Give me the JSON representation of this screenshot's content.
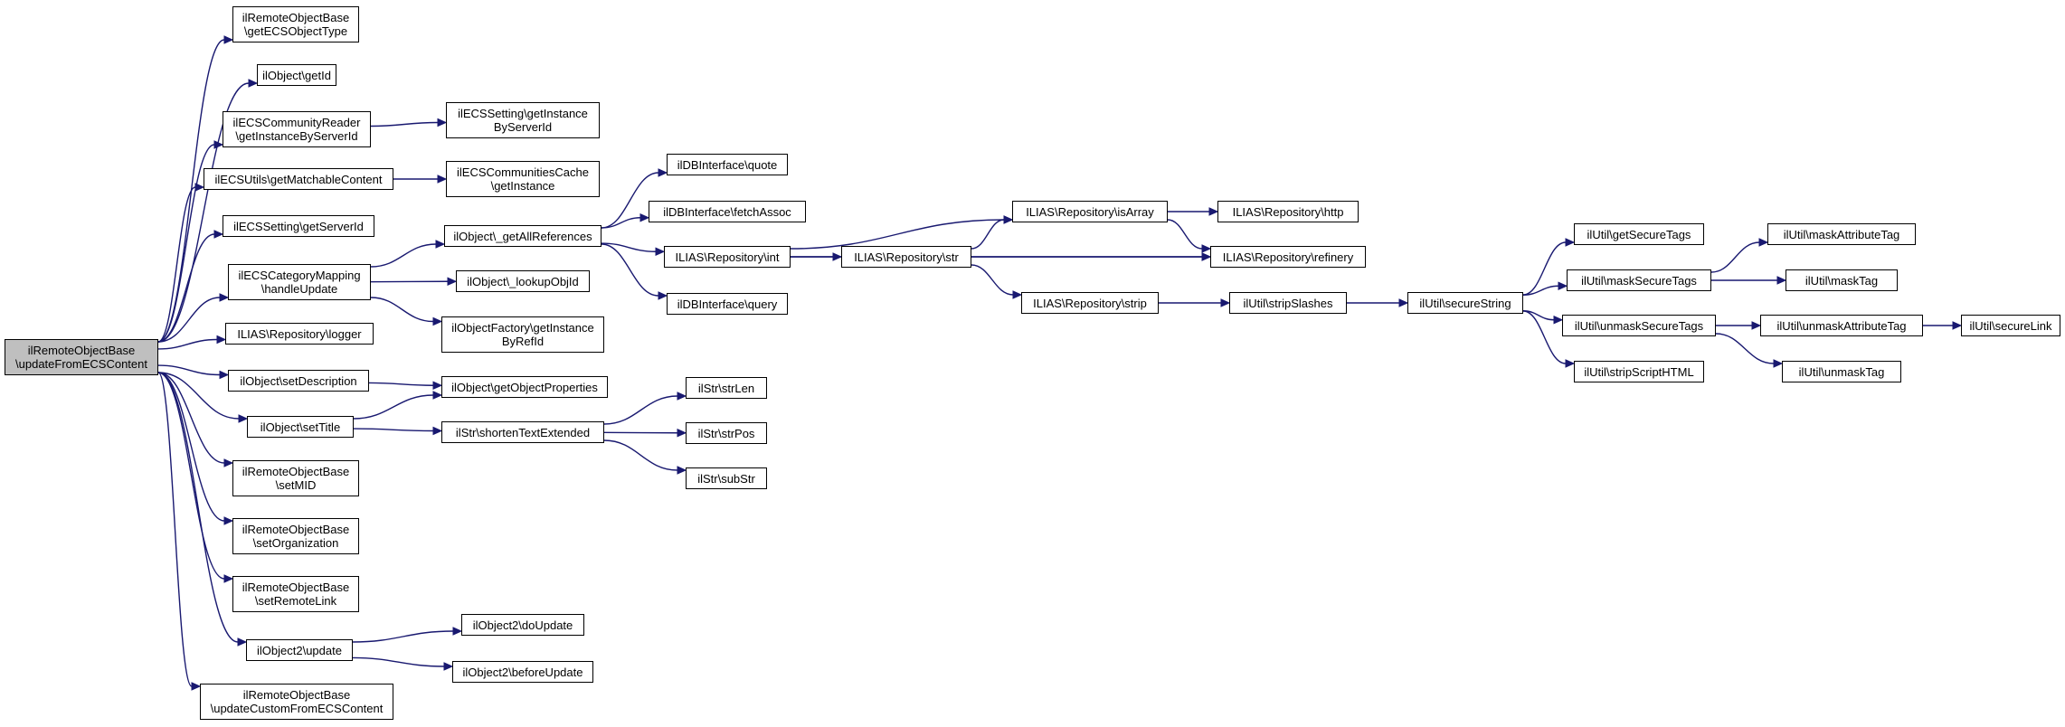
{
  "nodes": {
    "root": [
      "ilRemoteObjectBase",
      "\\updateFromECSContent"
    ],
    "getECSObjectType": [
      "ilRemoteObjectBase",
      "\\getECSObjectType"
    ],
    "objGetId": [
      "ilObject\\getId"
    ],
    "getInstanceByServerId": [
      "ilECSCommunityReader",
      "\\getInstanceByServerId"
    ],
    "settingGetInstance": [
      "ilECSSetting\\getInstance",
      "ByServerId"
    ],
    "getMatchableContent": [
      "ilECSUtils\\getMatchableContent"
    ],
    "communitiesCacheGetInstance": [
      "ilECSCommunitiesCache",
      "\\getInstance"
    ],
    "getServerId": [
      "ilECSSetting\\getServerId"
    ],
    "handleUpdate": [
      "ilECSCategoryMapping",
      "\\handleUpdate"
    ],
    "getAllReferences": [
      "ilObject\\_getAllReferences"
    ],
    "lookupObjId": [
      "ilObject\\_lookupObjId"
    ],
    "objFactoryGetInstance": [
      "ilObjectFactory\\getInstance",
      "ByRefId"
    ],
    "dbQuote": [
      "ilDBInterface\\quote"
    ],
    "dbFetchAssoc": [
      "ilDBInterface\\fetchAssoc"
    ],
    "repoInt": [
      "ILIAS\\Repository\\int"
    ],
    "dbQuery": [
      "ilDBInterface\\query"
    ],
    "repoLogger": [
      "ILIAS\\Repository\\logger"
    ],
    "setDescription": [
      "ilObject\\setDescription"
    ],
    "getObjectProperties": [
      "ilObject\\getObjectProperties"
    ],
    "setTitle": [
      "ilObject\\setTitle"
    ],
    "shortenTextExtended": [
      "ilStr\\shortenTextExtended"
    ],
    "strLen": [
      "ilStr\\strLen"
    ],
    "strPos": [
      "ilStr\\strPos"
    ],
    "subStr": [
      "ilStr\\subStr"
    ],
    "setMID": [
      "ilRemoteObjectBase",
      "\\setMID"
    ],
    "setOrganization": [
      "ilRemoteObjectBase",
      "\\setOrganization"
    ],
    "setRemoteLink": [
      "ilRemoteObjectBase",
      "\\setRemoteLink"
    ],
    "obj2Update": [
      "ilObject2\\update"
    ],
    "obj2DoUpdate": [
      "ilObject2\\doUpdate"
    ],
    "obj2BeforeUpdate": [
      "ilObject2\\beforeUpdate"
    ],
    "updateCustom": [
      "ilRemoteObjectBase",
      "\\updateCustomFromECSContent"
    ],
    "repoStr": [
      "ILIAS\\Repository\\str"
    ],
    "repoIsArray": [
      "ILIAS\\Repository\\isArray"
    ],
    "repoHttp": [
      "ILIAS\\Repository\\http"
    ],
    "repoRefinery": [
      "ILIAS\\Repository\\refinery"
    ],
    "repoStrip": [
      "ILIAS\\Repository\\strip"
    ],
    "stripSlashes": [
      "ilUtil\\stripSlashes"
    ],
    "secureString": [
      "ilUtil\\secureString"
    ],
    "getSecureTags": [
      "ilUtil\\getSecureTags"
    ],
    "maskSecureTags": [
      "ilUtil\\maskSecureTags"
    ],
    "unmaskSecureTags": [
      "ilUtil\\unmaskSecureTags"
    ],
    "stripScriptHTML": [
      "ilUtil\\stripScriptHTML"
    ],
    "maskAttributeTag": [
      "ilUtil\\maskAttributeTag"
    ],
    "maskTag": [
      "ilUtil\\maskTag"
    ],
    "unmaskAttributeTag": [
      "ilUtil\\unmaskAttributeTag"
    ],
    "unmaskTag": [
      "ilUtil\\unmaskTag"
    ],
    "secureLink": [
      "ilUtil\\secureLink"
    ]
  },
  "edges": [
    [
      "root",
      "getECSObjectType"
    ],
    [
      "root",
      "objGetId"
    ],
    [
      "root",
      "getInstanceByServerId"
    ],
    [
      "root",
      "getMatchableContent"
    ],
    [
      "root",
      "getServerId"
    ],
    [
      "root",
      "handleUpdate"
    ],
    [
      "root",
      "repoLogger"
    ],
    [
      "root",
      "setDescription"
    ],
    [
      "root",
      "setTitle"
    ],
    [
      "root",
      "setMID"
    ],
    [
      "root",
      "setOrganization"
    ],
    [
      "root",
      "setRemoteLink"
    ],
    [
      "root",
      "obj2Update"
    ],
    [
      "root",
      "updateCustom"
    ],
    [
      "getInstanceByServerId",
      "settingGetInstance"
    ],
    [
      "getMatchableContent",
      "communitiesCacheGetInstance"
    ],
    [
      "handleUpdate",
      "getAllReferences"
    ],
    [
      "handleUpdate",
      "lookupObjId"
    ],
    [
      "handleUpdate",
      "objFactoryGetInstance"
    ],
    [
      "getAllReferences",
      "dbQuote"
    ],
    [
      "getAllReferences",
      "dbFetchAssoc"
    ],
    [
      "getAllReferences",
      "repoInt"
    ],
    [
      "getAllReferences",
      "dbQuery"
    ],
    [
      "repoInt",
      "repoIsArray"
    ],
    [
      "repoInt",
      "repoStr"
    ],
    [
      "repoInt",
      "repoRefinery"
    ],
    [
      "repoStr",
      "repoIsArray"
    ],
    [
      "repoStr",
      "repoRefinery"
    ],
    [
      "repoStr",
      "repoStrip"
    ],
    [
      "repoIsArray",
      "repoHttp"
    ],
    [
      "repoIsArray",
      "repoRefinery"
    ],
    [
      "repoStrip",
      "stripSlashes"
    ],
    [
      "stripSlashes",
      "secureString"
    ],
    [
      "secureString",
      "getSecureTags"
    ],
    [
      "secureString",
      "maskSecureTags"
    ],
    [
      "secureString",
      "unmaskSecureTags"
    ],
    [
      "secureString",
      "stripScriptHTML"
    ],
    [
      "maskSecureTags",
      "maskAttributeTag"
    ],
    [
      "maskSecureTags",
      "maskTag"
    ],
    [
      "unmaskSecureTags",
      "unmaskAttributeTag"
    ],
    [
      "unmaskSecureTags",
      "unmaskTag"
    ],
    [
      "unmaskAttributeTag",
      "secureLink"
    ],
    [
      "setDescription",
      "getObjectProperties"
    ],
    [
      "setTitle",
      "getObjectProperties"
    ],
    [
      "setTitle",
      "shortenTextExtended"
    ],
    [
      "shortenTextExtended",
      "strLen"
    ],
    [
      "shortenTextExtended",
      "strPos"
    ],
    [
      "shortenTextExtended",
      "subStr"
    ],
    [
      "obj2Update",
      "obj2DoUpdate"
    ],
    [
      "obj2Update",
      "obj2BeforeUpdate"
    ]
  ],
  "colors": {
    "edge": "#191970",
    "root_fill": "#bfbfbf",
    "node_fill": "#ffffff",
    "node_border": "#000000"
  }
}
